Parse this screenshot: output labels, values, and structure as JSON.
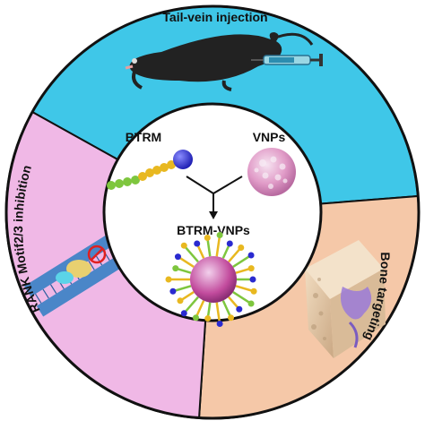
{
  "segments": {
    "top": {
      "label": "Tail-vein injection",
      "color": "#3fc7e8"
    },
    "left": {
      "label": "RANK Motif2/3 inhibition",
      "color": "#f0b8e6"
    },
    "right": {
      "label": "Bone targeting",
      "color": "#f5c8a8"
    }
  },
  "center": {
    "btrm_label": "BTRM",
    "vnps_label": "VNPs",
    "product_label": "BTRM-VNPs"
  },
  "colors": {
    "ring_outline": "#111111",
    "center_fill": "#ffffff"
  }
}
